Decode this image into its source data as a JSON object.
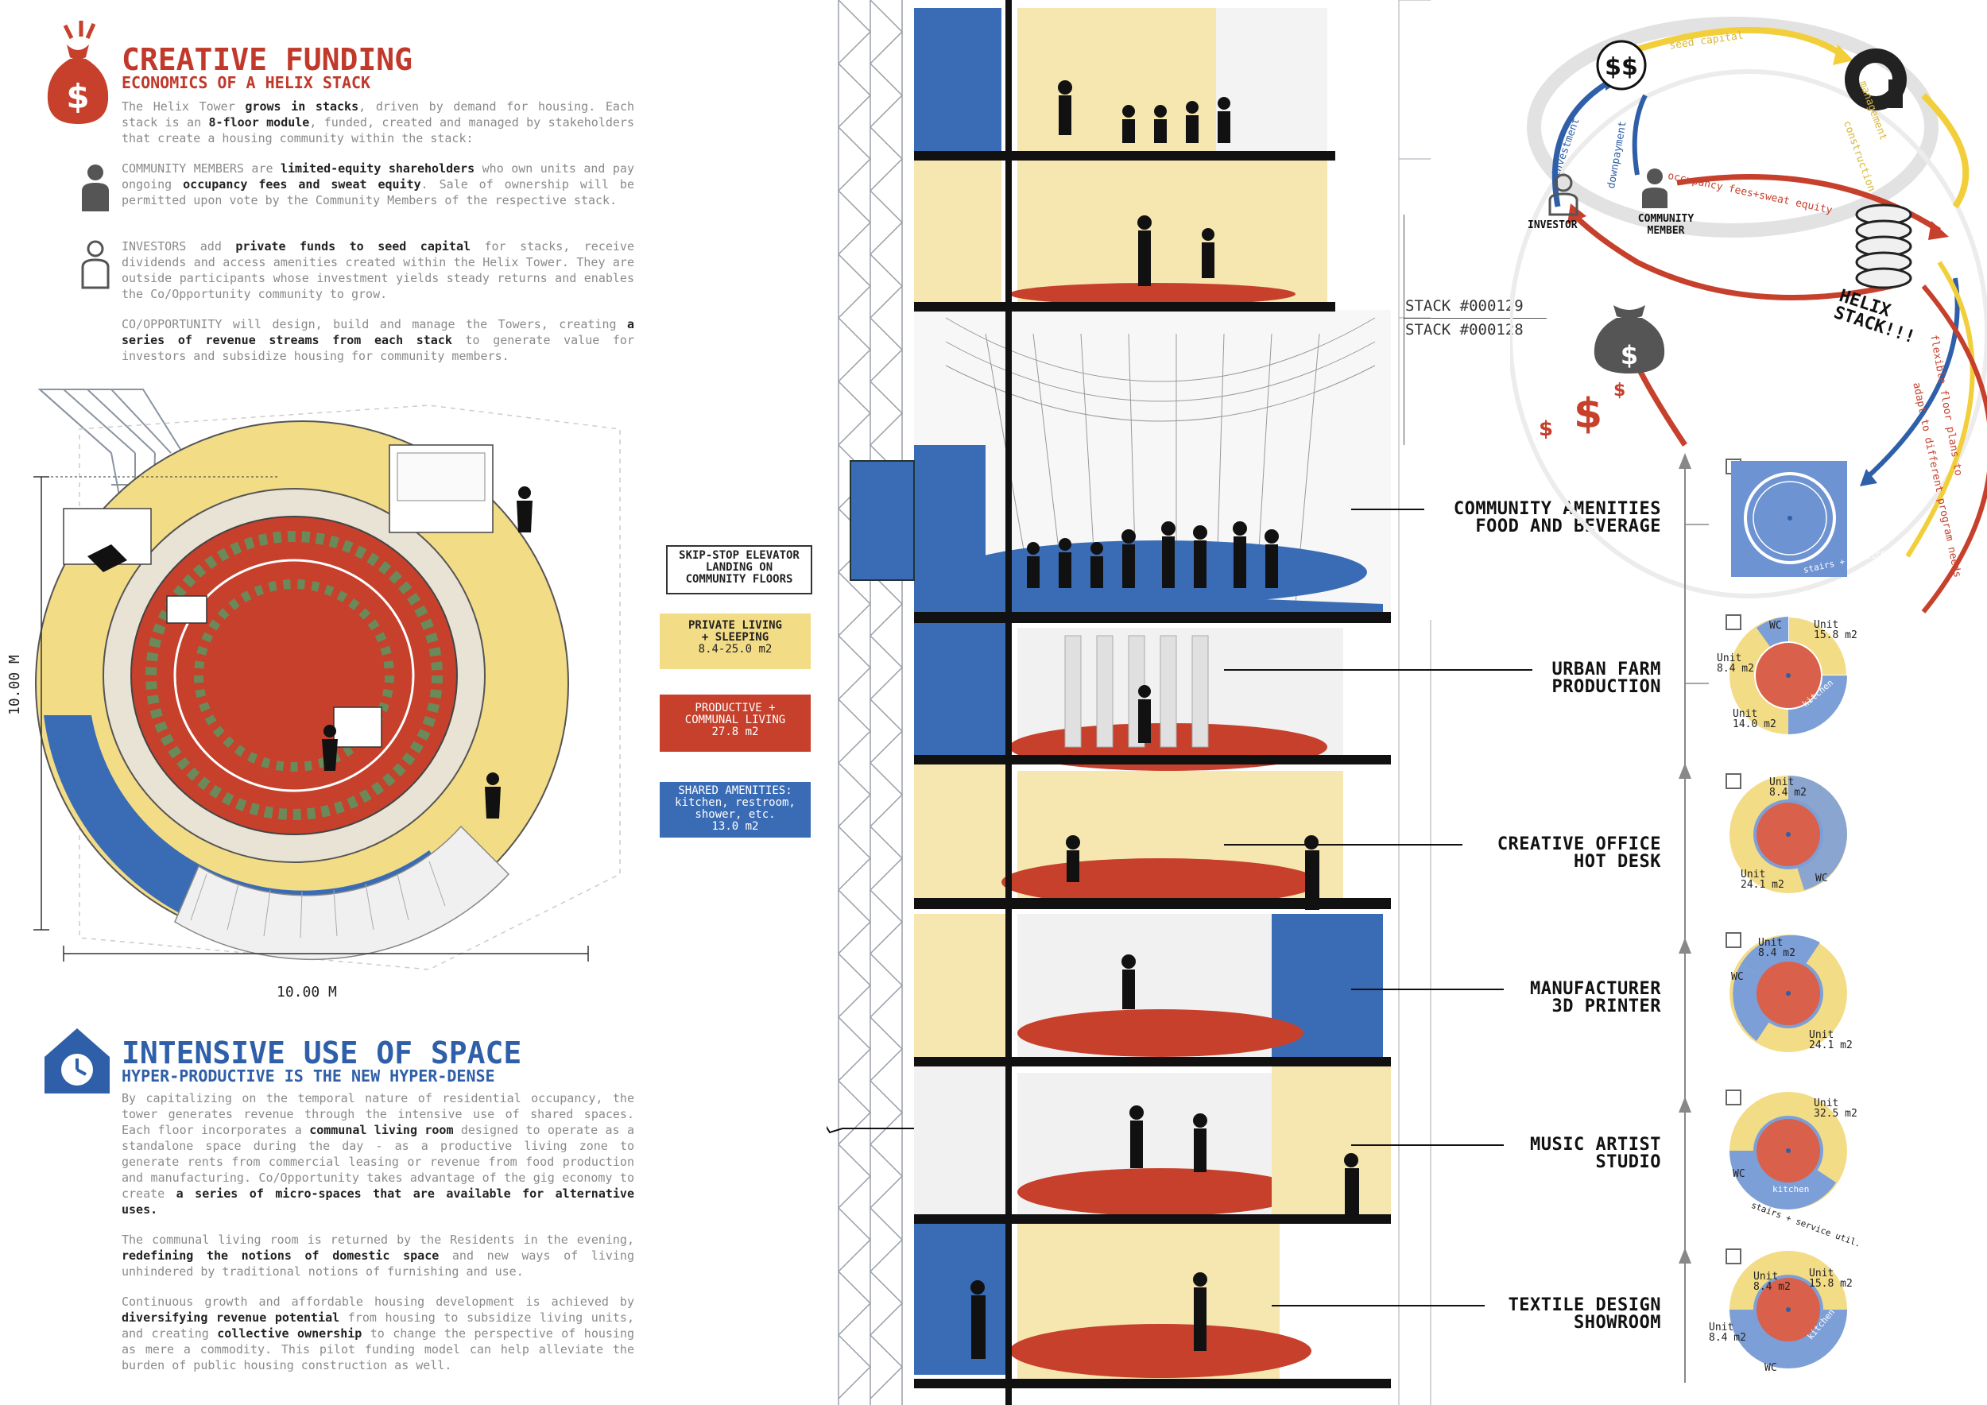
{
  "funding": {
    "title": "CREATIVE FUNDING",
    "subtitle": "ECONOMICS OF A HELIX STACK",
    "p1_a": "The Helix Tower ",
    "p1_b": "grows in stacks",
    "p1_c": ", driven by demand for housing. Each stack is an ",
    "p1_d": "8-floor module",
    "p1_e": ", funded, created and managed by stakeholders that create a housing community within the stack:",
    "p2_a": "COMMUNITY MEMBERS are ",
    "p2_b": "limited-equity shareholders",
    "p2_c": " who own units and pay ongoing ",
    "p2_d": "occupancy fees and sweat equity",
    "p2_e": ". Sale of ownership will be permitted upon vote by the Community Members of the respective stack.",
    "p3_a": "INVESTORS add ",
    "p3_b": "private funds to seed capital",
    "p3_c": " for stacks, receive dividends and access amenities created within the Helix Tower.  They are outside participants whose investment yields steady returns and enables the Co/Opportunity community to grow.",
    "p4_a": "CO/OPPORTUNITY will design, build and manage the Towers, creating ",
    "p4_b": "a series of revenue streams from each stack",
    "p4_c": " to generate value for investors and subsidize housing for community members."
  },
  "plan": {
    "dim_vertical": "10.00 M",
    "dim_horizontal": "10.00 M"
  },
  "intensive": {
    "title": "INTENSIVE USE OF SPACE",
    "subtitle": "HYPER-PRODUCTIVE IS THE NEW HYPER-DENSE",
    "p1_a": "By capitalizing on the temporal nature of residential occupancy, the tower generates revenue through the intensive use of shared spaces. Each floor incorporates a ",
    "p1_b": "communal living room",
    "p1_c": " designed to operate as a standalone space during the day - as a productive living zone to generate rents from commercial leasing or revenue from food production and manufacturing. Co/Opportunity takes advantage of the gig economy to create ",
    "p1_d": "a series of micro-spaces that are available for alternative uses.",
    "p2_a": "The communal living room is returned by the Residents in the evening, ",
    "p2_b": "redefining the notions of domestic space",
    "p2_c": " and new ways of living unhindered by traditional notions of furnishing and use.",
    "p3_a": "Continuous growth and affordable housing development is achieved by ",
    "p3_b": "diversifying revenue potential",
    "p3_c": " from housing to subsidize living units, and creating ",
    "p3_d": "collective ownership",
    "p3_e": " to change the perspective of housing as mere a commodity. This pilot funding model can help alleviate the burden of public housing construction as well."
  },
  "legend": {
    "elevator": [
      "SKIP-STOP ELEVATOR",
      "LANDING ON",
      "COMMUNITY FLOORS"
    ],
    "private": [
      "PRIVATE LIVING",
      "+ SLEEPING",
      "8.4-25.0 m2"
    ],
    "productive": [
      "PRODUCTIVE +",
      "COMMUNAL LIVING",
      "27.8 m2"
    ],
    "shared": [
      "SHARED AMENITIES:",
      "kitchen, restroom,",
      "shower, etc.",
      "13.0 m2"
    ]
  },
  "colors": {
    "red": "#c6402c",
    "blue": "#3a6cb5",
    "yellow": "#f3dc86",
    "funding_red": "#c0392b",
    "space_blue": "#2e5fa8"
  },
  "stacks": {
    "upper": "STACK #000129",
    "lower": "STACK #000128"
  },
  "programs": [
    {
      "l1": "COMMUNITY AMENITIES",
      "l2": "FOOD AND BEVERAGE"
    },
    {
      "l1": "URBAN FARM",
      "l2": "PRODUCTION"
    },
    {
      "l1": "CREATIVE OFFICE",
      "l2": "HOT DESK"
    },
    {
      "l1": "MANUFACTURER",
      "l2": "3D PRINTER"
    },
    {
      "l1": "MUSIC ARTIST",
      "l2": "STUDIO"
    },
    {
      "l1": "TEXTILE DESIGN",
      "l2": "SHOWROOM"
    }
  ],
  "cycle": {
    "seed_capital": "seed capital",
    "construction": "construction",
    "management": "management",
    "investment": "investment",
    "downpayment": "downpayment",
    "occupancy": "occupancy fees+sweat equity",
    "investor": "INVESTOR",
    "community_1": "COMMUNITY",
    "community_2": "MEMBER",
    "helix_1": "HELIX",
    "helix_2": "STACK!!!",
    "flex_1": "flexible floor plans to",
    "flex_2": "adapt to different program needs"
  },
  "floorplans": {
    "unit_word": "Unit",
    "wc": "WC",
    "kitchen": "kitchen",
    "stairs": "stairs + service",
    "stairs_util": "stairs + service util.",
    "p2_u1": "15.8 m2",
    "p2_u2": "8.4 m2",
    "p2_u3": "14.0 m2",
    "p3_u1": "8.4 m2",
    "p3_u2": "24.1 m2",
    "p4_u1": "8.4 m2",
    "p4_u2": "24.1 m2",
    "p5_u1": "32.5 m2",
    "p6_u1": "8.4 m2",
    "p6_u2": "15.8 m2",
    "p6_u3": "8.4 m2"
  }
}
